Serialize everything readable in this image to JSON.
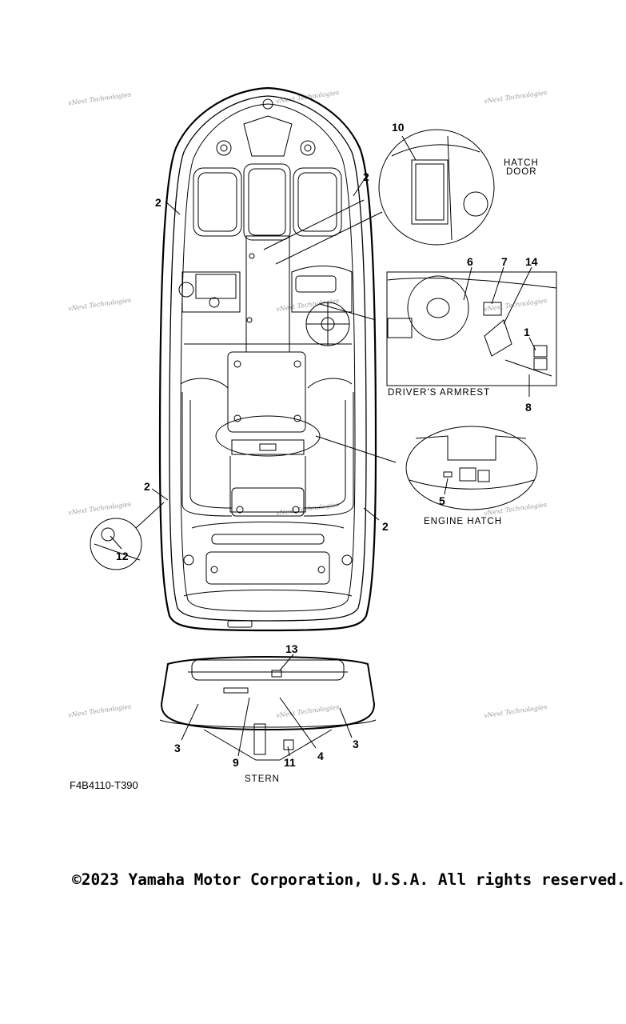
{
  "callouts": {
    "n1": "1",
    "n2": "2",
    "n3": "3",
    "n4": "4",
    "n5": "5",
    "n6": "6",
    "n7": "7",
    "n8": "8",
    "n9": "9",
    "n10": "10",
    "n11": "11",
    "n12": "12",
    "n13": "13",
    "n14": "14"
  },
  "captions": {
    "hatch_door_line1": "HATCH",
    "hatch_door_line2": "DOOR",
    "drivers_armrest": "DRIVER'S ARMREST",
    "engine_hatch": "ENGINE HATCH",
    "stern": "STERN"
  },
  "figure_code": "F4B4110-T390",
  "watermark": "vNext Technologies",
  "copyright": "©2023 Yamaha Motor Corporation, U.S.A. All rights reserved."
}
